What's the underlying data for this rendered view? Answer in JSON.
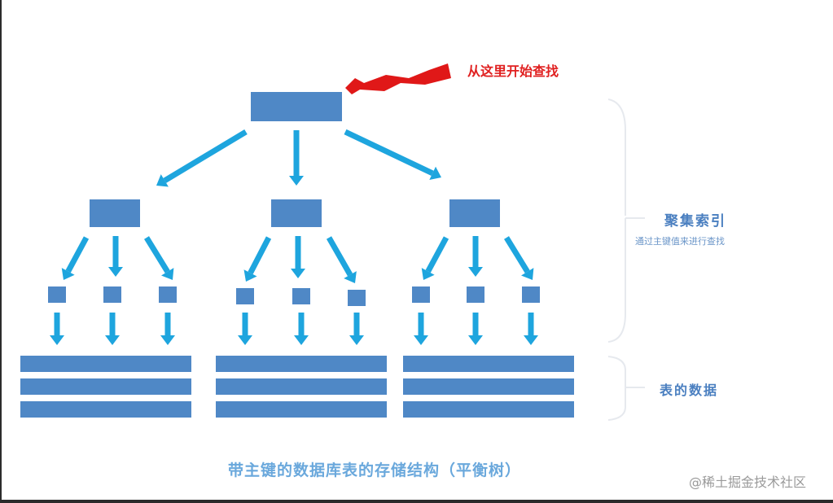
{
  "annotations": {
    "start_here": "从这里开始查找",
    "clustered_index": "聚集索引",
    "clustered_index_desc": "通过主键值来进行查找",
    "table_data": "表的数据"
  },
  "caption": "带主键的数据库表的存储结构（平衡树）",
  "watermark": "@稀土掘金技术社区",
  "colors": {
    "node": "#4f88c6",
    "arrow": "#1ea5de",
    "pointer": "#e01818",
    "bracket": "#e6e9ee"
  }
}
